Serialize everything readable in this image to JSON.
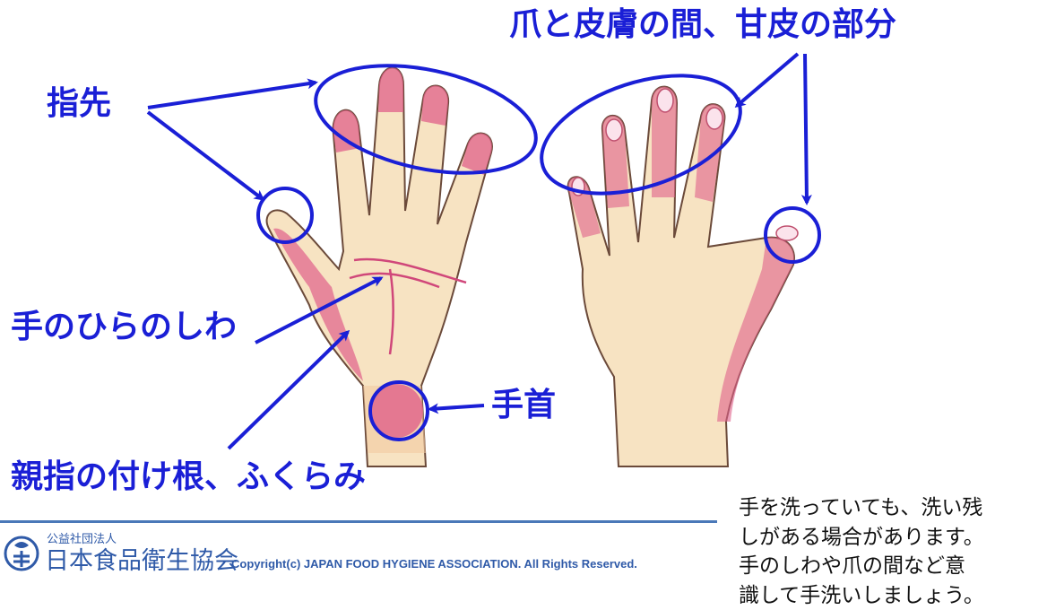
{
  "labels": {
    "fingertips": "指先",
    "nail_cuticle": "爪と皮膚の間、甘皮の部分",
    "palm_creases": "手のひらのしわ",
    "wrist": "手首",
    "thumb_base": "親指の付け根、ふくらみ"
  },
  "note": {
    "lines": [
      "手を洗っていても、洗い残",
      "しがある場合があります。",
      "手のしわや爪の間など意",
      "識して手洗いしましょう。"
    ]
  },
  "footer": {
    "org_subtitle": "公益社団法人",
    "org_name": "日本食品衛生協会",
    "copyright": "Copyright(c) JAPAN FOOD HYGIENE ASSOCIATION. All Rights Reserved."
  },
  "colors": {
    "annotation_blue": "#1a1fd6",
    "highlight_pink": "#e0608a",
    "skin": "#f7e3c2",
    "outline": "#6b4a3a",
    "footer_rule": "#4a78b8",
    "logo_blue": "#2f5aa8"
  }
}
